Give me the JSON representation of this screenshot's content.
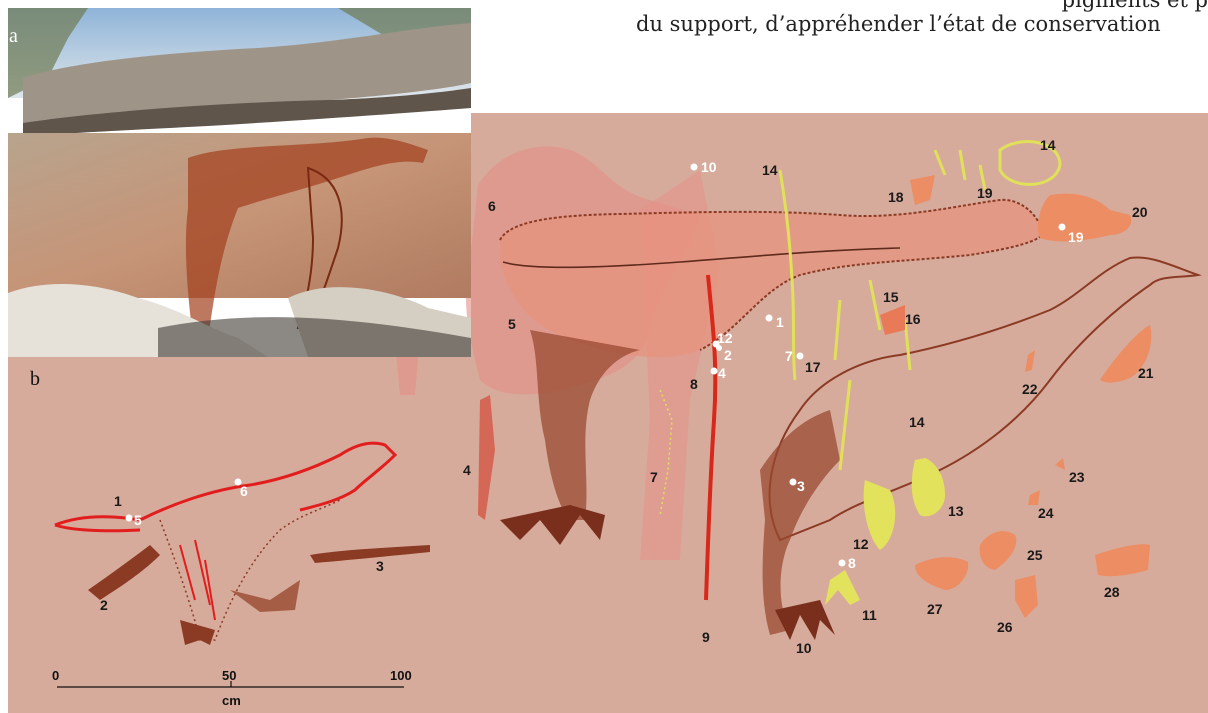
{
  "header": {
    "line1": "pigments et p",
    "line2": "du support, d’appréhender l’état de conservation"
  },
  "panels": {
    "a": "a",
    "b": "b"
  },
  "colors": {
    "background": "#d7ab9b",
    "brown": "#8b3a24",
    "red": "#e11d1d",
    "yellow": "#e3e25c",
    "orange": "#e98d64",
    "light_red": "#eb8f84",
    "white": "#ffffff"
  },
  "figure_labels": {
    "left": [
      {
        "id": "l1",
        "text": "1"
      },
      {
        "id": "l2",
        "text": "2"
      },
      {
        "id": "l3",
        "text": "3"
      }
    ],
    "right": [
      {
        "id": "r4",
        "text": "4"
      },
      {
        "id": "r5",
        "text": "5"
      },
      {
        "id": "r6",
        "text": "6"
      },
      {
        "id": "r7",
        "text": "7"
      },
      {
        "id": "r8",
        "text": "8"
      },
      {
        "id": "r9",
        "text": "9"
      },
      {
        "id": "r10",
        "text": "10"
      },
      {
        "id": "r11",
        "text": "11"
      },
      {
        "id": "r12",
        "text": "12"
      },
      {
        "id": "r13",
        "text": "13"
      },
      {
        "id": "r14a",
        "text": "14"
      },
      {
        "id": "r14b",
        "text": "14"
      },
      {
        "id": "r14c",
        "text": "14"
      },
      {
        "id": "r15",
        "text": "15"
      },
      {
        "id": "r16",
        "text": "16"
      },
      {
        "id": "r17",
        "text": "17"
      },
      {
        "id": "r18",
        "text": "18"
      },
      {
        "id": "r19",
        "text": "19"
      },
      {
        "id": "r20",
        "text": "20"
      },
      {
        "id": "r21",
        "text": "21"
      },
      {
        "id": "r22",
        "text": "22"
      },
      {
        "id": "r23",
        "text": "23"
      },
      {
        "id": "r24",
        "text": "24"
      },
      {
        "id": "r25",
        "text": "25"
      },
      {
        "id": "r26",
        "text": "26"
      },
      {
        "id": "r27",
        "text": "27"
      },
      {
        "id": "r28",
        "text": "28"
      }
    ]
  },
  "sample_points": [
    {
      "id": "s10",
      "text": "10"
    },
    {
      "id": "s19",
      "text": "19"
    },
    {
      "id": "s1",
      "text": "1"
    },
    {
      "id": "s12",
      "text": "12"
    },
    {
      "id": "s2",
      "text": "2"
    },
    {
      "id": "s4",
      "text": "4"
    },
    {
      "id": "s7",
      "text": "7"
    },
    {
      "id": "s3",
      "text": "3"
    },
    {
      "id": "s8",
      "text": "8"
    },
    {
      "id": "s6",
      "text": "6"
    },
    {
      "id": "s5",
      "text": "5"
    }
  ],
  "scale_bar": {
    "ticks": [
      "0",
      "50",
      "100"
    ],
    "unit": "cm"
  }
}
